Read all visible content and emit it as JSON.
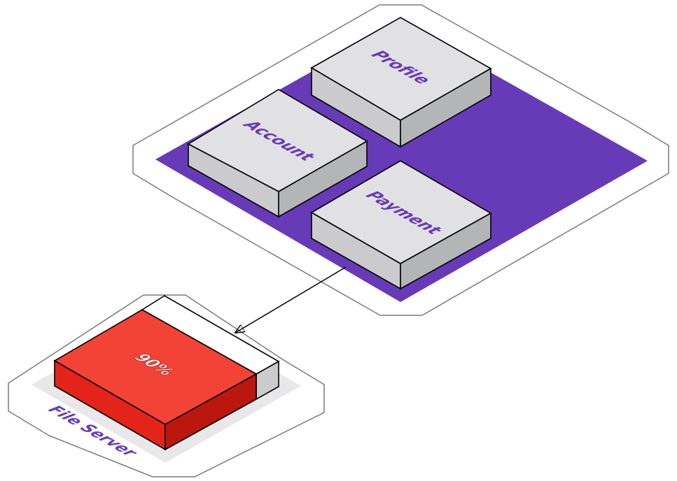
{
  "colors": {
    "platform_fill": "#673ab7",
    "label_color": "#673ab7",
    "box_top": "#e1e1e3",
    "box_left": "#cbcbcd",
    "box_right": "#b4b5b7",
    "server_top": "#f34236",
    "server_left": "#e4231a",
    "server_right": "#bb170f",
    "server_back_right": "#cbcbcd",
    "pad_fill": "#e8e8ea",
    "outline": "#7a7a7a",
    "edge": "#000000"
  },
  "services": {
    "profile": "Profile",
    "account": "Account",
    "payment": "Payment"
  },
  "file_server": {
    "label": "File Server",
    "usage_label": "90%",
    "usage_fraction": 0.9
  },
  "connection": {
    "from": "Payment",
    "to": "File Server"
  }
}
